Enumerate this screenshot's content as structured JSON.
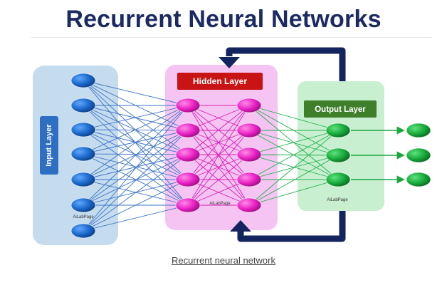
{
  "title": "Recurrent Neural Networks",
  "caption": "Recurrent neural network",
  "layers": {
    "input": {
      "label": "Input Layer",
      "watermark": "AiLabPage"
    },
    "hidden": {
      "label": "Hidden Layer",
      "watermark": "AiLabPage"
    },
    "output": {
      "label": "Output Layer",
      "watermark": "AiLabPage"
    }
  },
  "colors": {
    "title": "#1b2a63",
    "input_panel": "#c5dcef",
    "hidden_panel": "#f5c4f2",
    "output_panel": "#c9efd1",
    "input_node": "#1a67c9",
    "hidden_node": "#e81fc4",
    "output_node": "#16a83a",
    "recurrent_arrow": "#14245e",
    "input_badge": "#2f6fc3",
    "hidden_badge": "#c81414",
    "output_badge": "#3f7f2a"
  }
}
